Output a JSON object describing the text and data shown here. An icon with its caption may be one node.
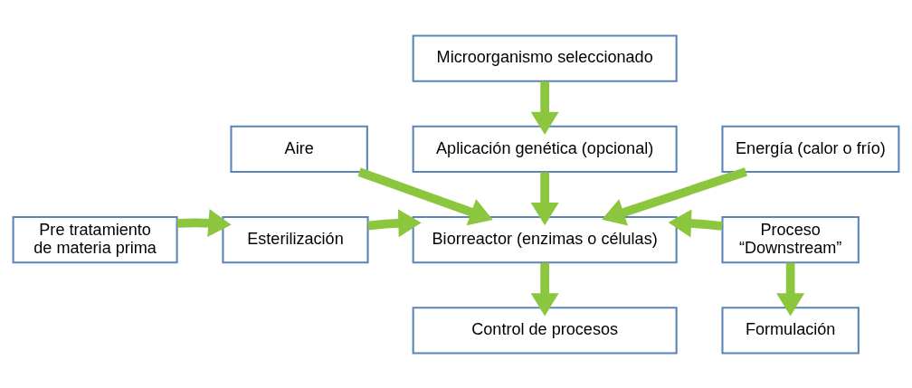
{
  "diagram": {
    "nodes": [
      {
        "text": [
          "Microorganismo seleccionado"
        ]
      },
      {
        "text": [
          "Aplicación genética (opcional)"
        ]
      },
      {
        "text": [
          "Energía (calor o frío)"
        ]
      },
      {
        "text": [
          "Aire"
        ]
      },
      {
        "text": [
          "Pre tratamiento de materia prima"
        ]
      },
      {
        "text": [
          "Esterilización"
        ]
      },
      {
        "text": [
          "Biorreactor (enzimas o células)"
        ]
      },
      {
        "text": [
          "Proceso “Downstream”"
        ]
      },
      {
        "text": [
          "Control de procesos"
        ]
      },
      {
        "text": [
          "Formulación"
        ]
      }
    ],
    "edges": [
      {
        "from": 0,
        "to": 1,
        "arrow": "to"
      },
      {
        "from": 1,
        "to": 6,
        "arrow": "to"
      },
      {
        "from": 2,
        "to": 6,
        "arrow": "to"
      },
      {
        "from": 3,
        "to": 6,
        "arrow": "to"
      },
      {
        "from": 4,
        "to": 5,
        "arrow": "to"
      },
      {
        "from": 5,
        "to": 6,
        "arrow": "to"
      },
      {
        "from": 7,
        "to": 6,
        "arrow": "to"
      },
      {
        "from": 6,
        "to": 8,
        "arrow": "to"
      },
      {
        "from": 7,
        "to": 9,
        "arrow": "to"
      }
    ]
  }
}
